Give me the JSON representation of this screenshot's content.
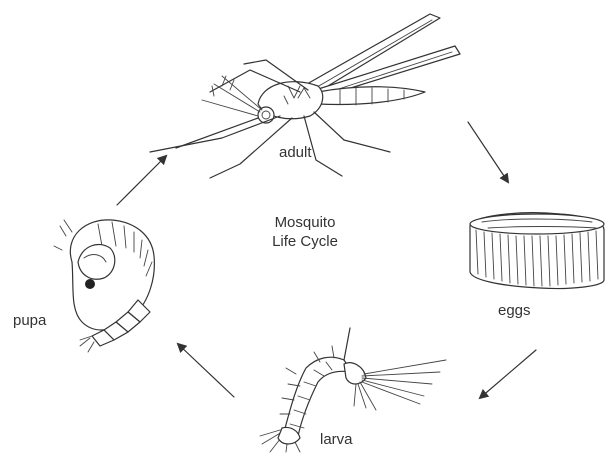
{
  "diagram": {
    "title_line1": "Mosquito",
    "title_line2": "Life Cycle",
    "stages": {
      "adult": "adult",
      "eggs": "eggs",
      "larva": "larva",
      "pupa": "pupa"
    }
  }
}
